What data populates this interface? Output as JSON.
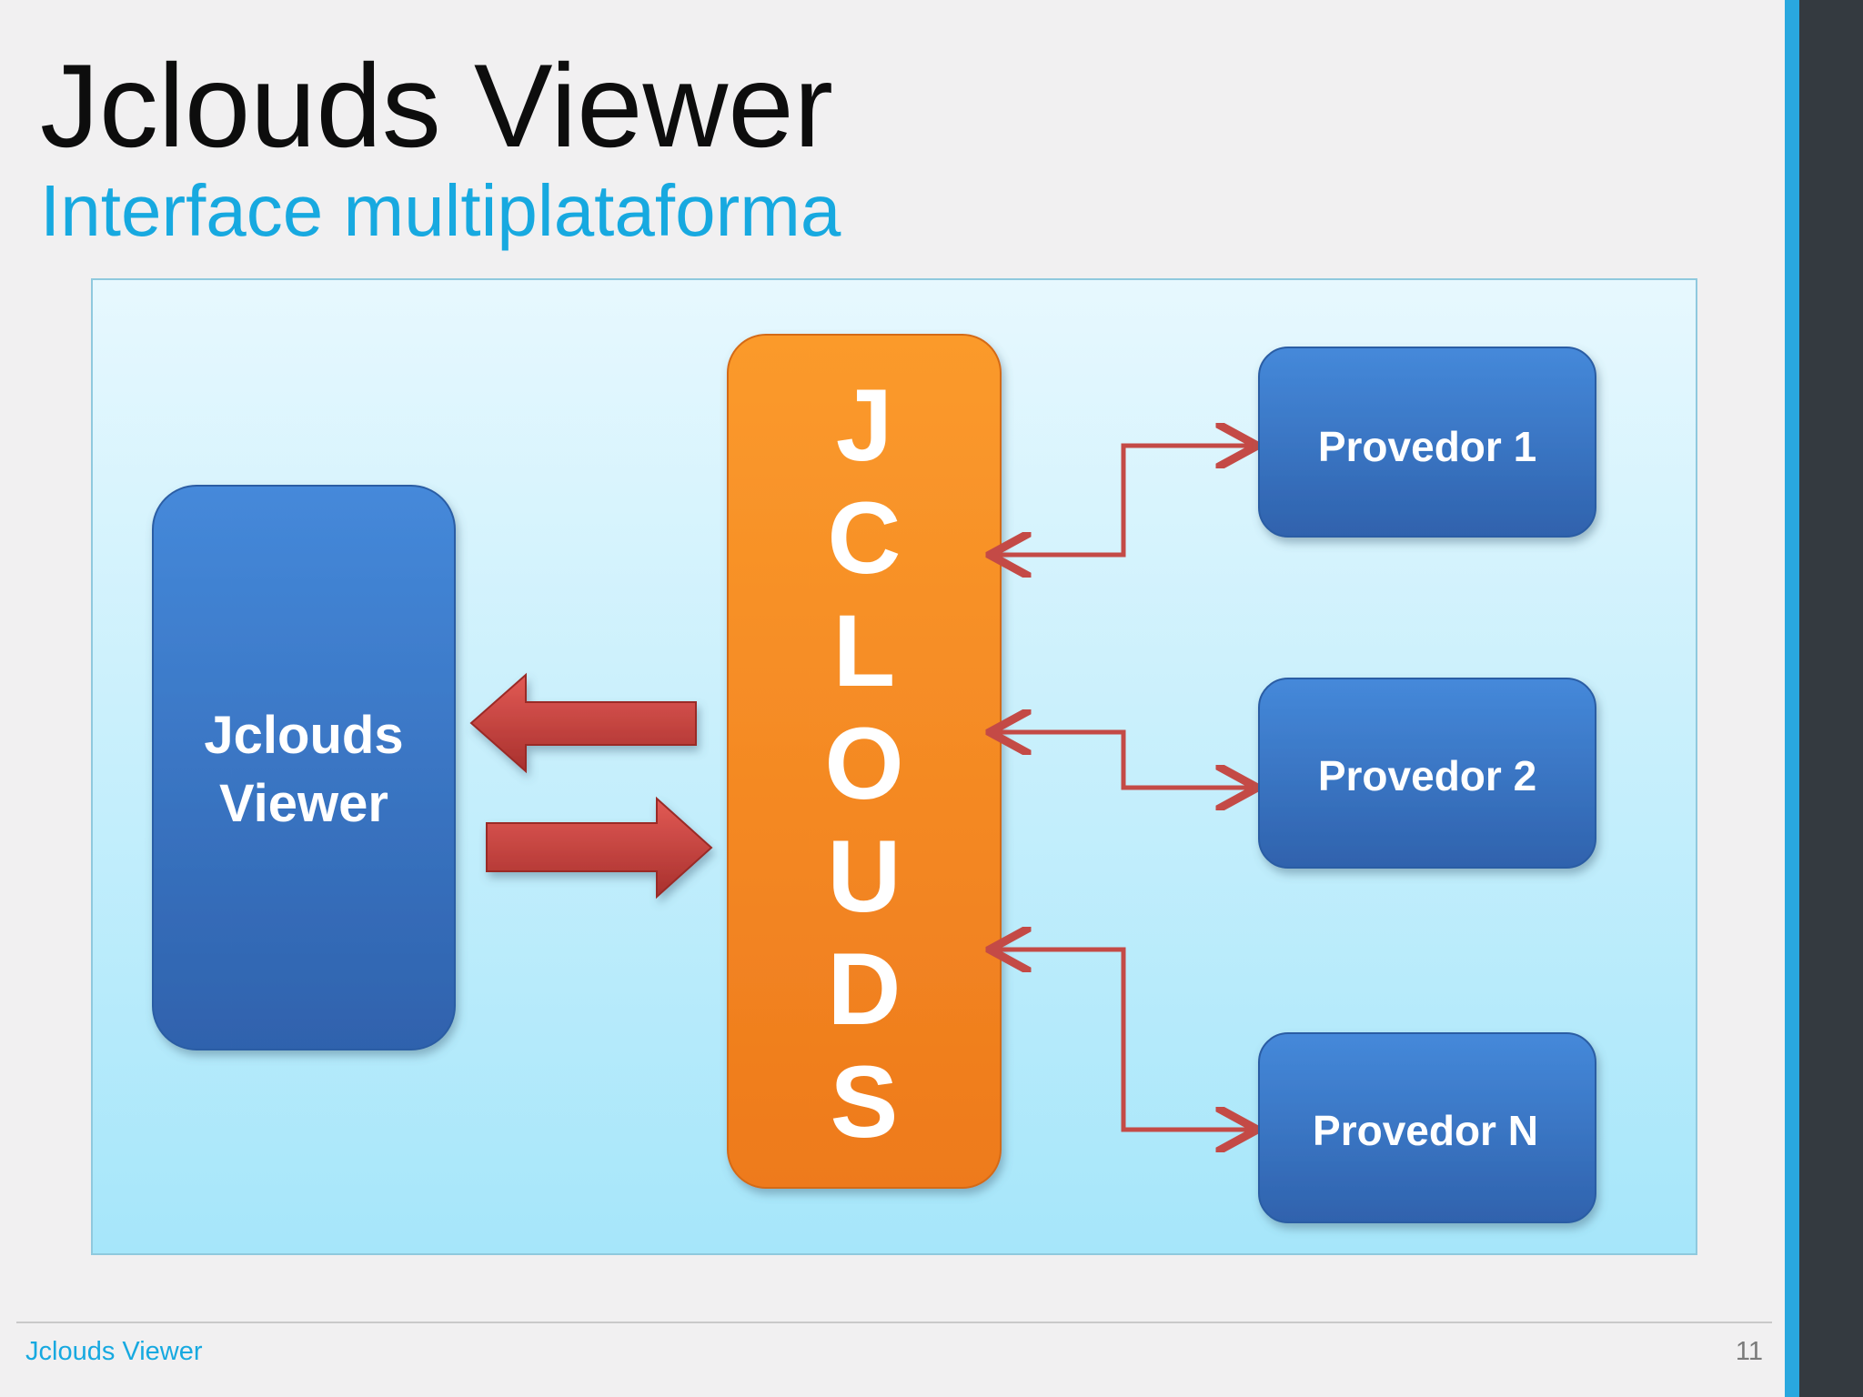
{
  "slide": {
    "title": "Jclouds Viewer",
    "subtitle": "Interface multiplataforma",
    "footer_label": "Jclouds Viewer",
    "page_number": "11"
  },
  "diagram": {
    "viewer_box": {
      "line1": "Jclouds",
      "line2": "Viewer"
    },
    "jclouds_column": {
      "letters": [
        "J",
        "C",
        "L",
        "O",
        "U",
        "D",
        "S"
      ]
    },
    "providers": [
      {
        "label": "Provedor 1"
      },
      {
        "label": "Provedor 2"
      },
      {
        "label": "Provedor N"
      }
    ]
  },
  "colors": {
    "title": "#0d0d0d",
    "subtitle_accent": "#17a9e0",
    "diagram_background": "#b7ecfb",
    "blue_box": "#3a74c4",
    "orange_column": "#f78c23",
    "red_arrow": "#c8413d",
    "connector": "#c44a46",
    "sidebar_dark": "#343a40",
    "sidebar_accent": "#29a8df"
  }
}
